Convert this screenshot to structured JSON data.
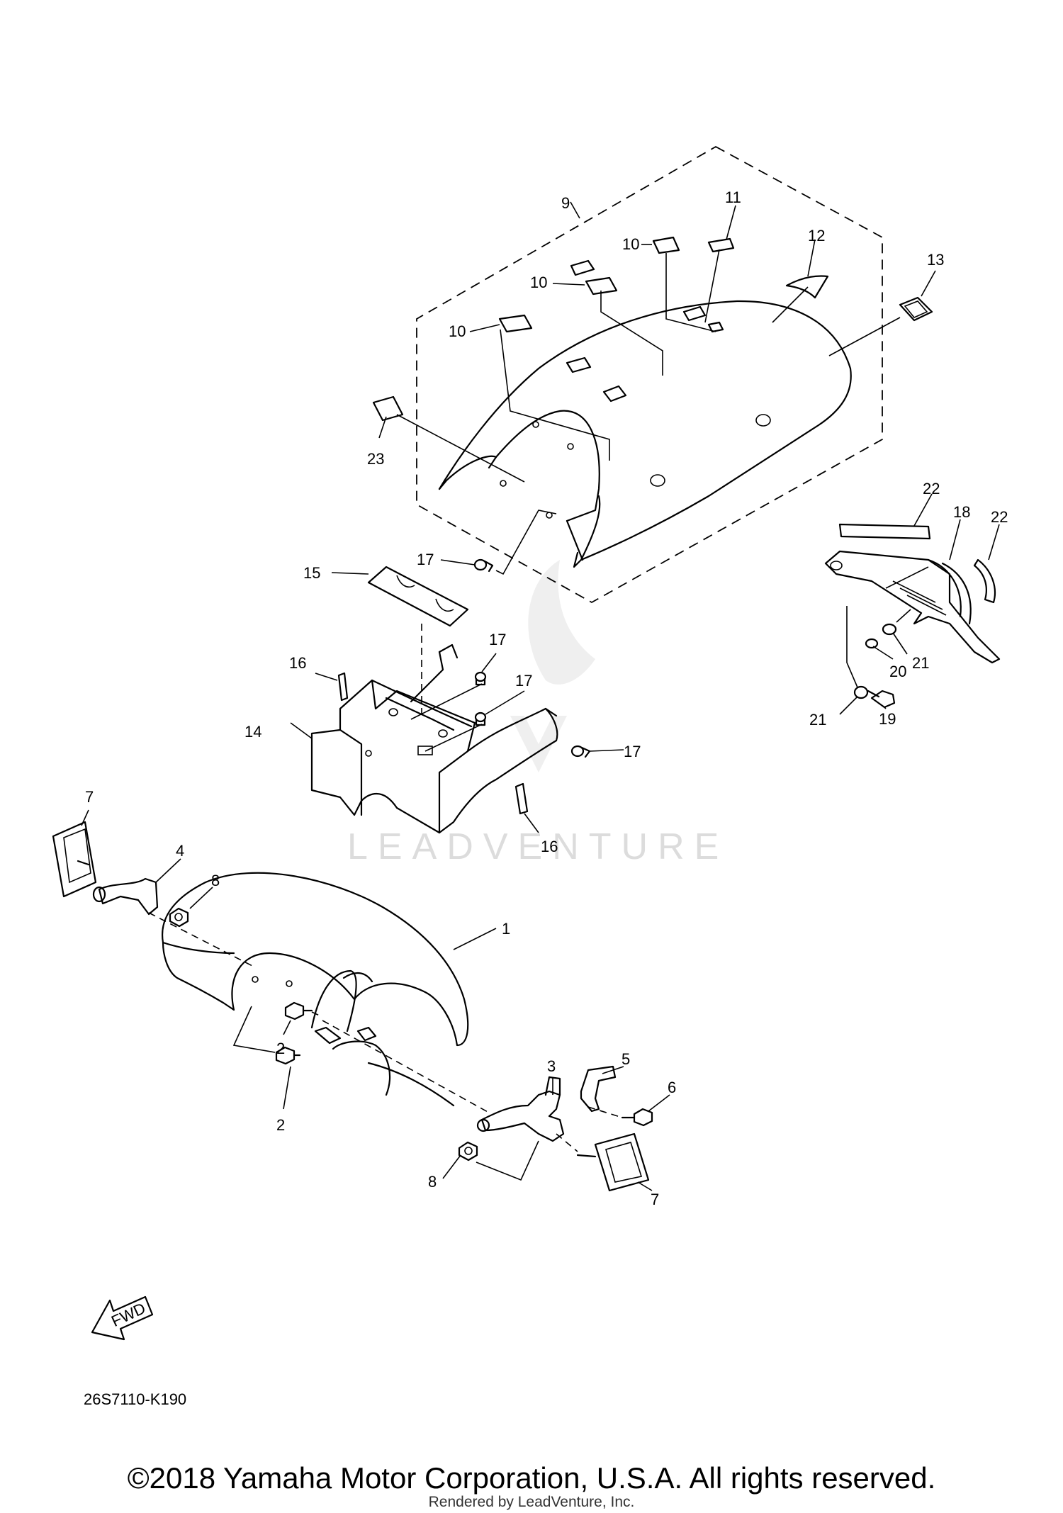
{
  "callouts": [
    "1",
    "2",
    "2",
    "3",
    "4",
    "5",
    "6",
    "7",
    "7",
    "8",
    "8",
    "9",
    "10",
    "10",
    "10",
    "11",
    "12",
    "13",
    "14",
    "15",
    "16",
    "16",
    "17",
    "17",
    "17",
    "17",
    "18",
    "19",
    "20",
    "21",
    "21",
    "22",
    "22",
    "23"
  ],
  "catalog_number": "26S7110-K190",
  "fwd_label": "FWD",
  "watermark": "LEADVENTURE",
  "footer": {
    "copyright": "©2018 Yamaha Motor Corporation, U.S.A. All rights reserved.",
    "rendered_by": "Rendered by LeadVenture, Inc."
  }
}
